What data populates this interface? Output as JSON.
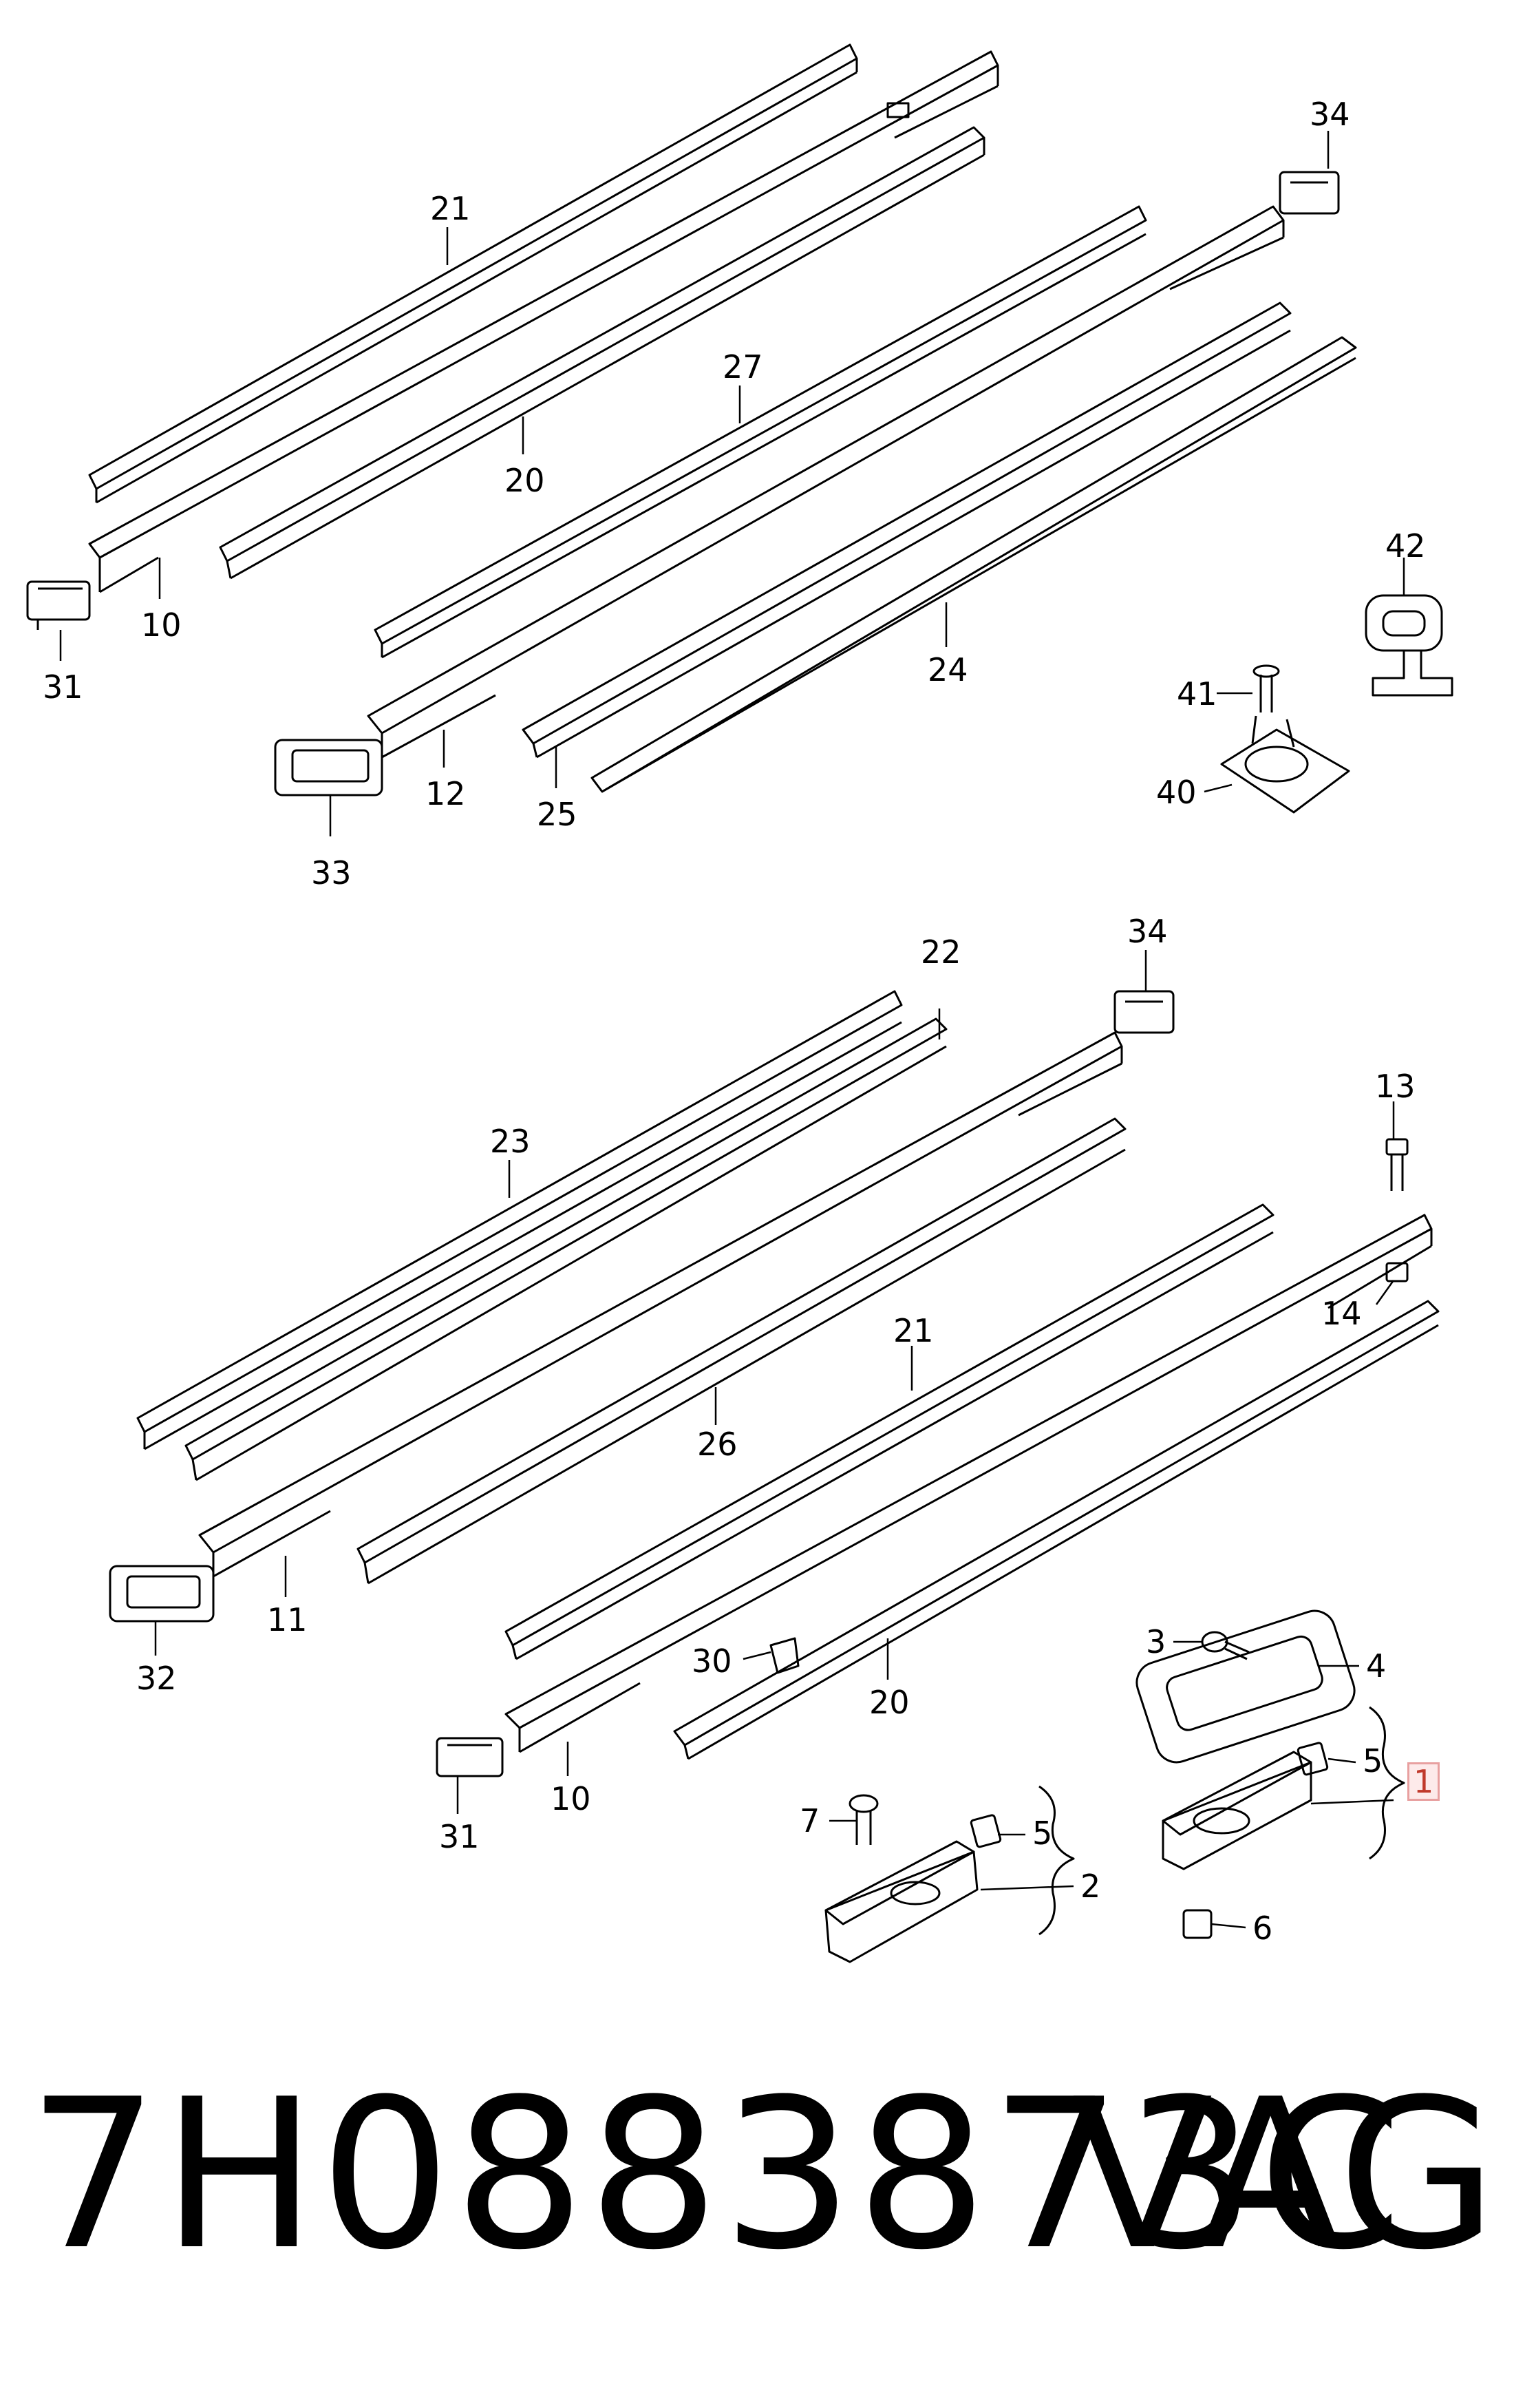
{
  "callouts": [
    {
      "id": "c21a",
      "text": "21"
    },
    {
      "id": "c34a",
      "text": "34"
    },
    {
      "id": "c27",
      "text": "27"
    },
    {
      "id": "c20a",
      "text": "20"
    },
    {
      "id": "c10a",
      "text": "10"
    },
    {
      "id": "c31a",
      "text": "31"
    },
    {
      "id": "c42",
      "text": "42"
    },
    {
      "id": "c41",
      "text": "41"
    },
    {
      "id": "c40",
      "text": "40"
    },
    {
      "id": "c24",
      "text": "24"
    },
    {
      "id": "c12",
      "text": "12"
    },
    {
      "id": "c25",
      "text": "25"
    },
    {
      "id": "c33",
      "text": "33"
    },
    {
      "id": "c22",
      "text": "22"
    },
    {
      "id": "c34b",
      "text": "34"
    },
    {
      "id": "c23",
      "text": "23"
    },
    {
      "id": "c13",
      "text": "13"
    },
    {
      "id": "c14",
      "text": "14"
    },
    {
      "id": "c21b",
      "text": "21"
    },
    {
      "id": "c26",
      "text": "26"
    },
    {
      "id": "c11",
      "text": "11"
    },
    {
      "id": "c32",
      "text": "32"
    },
    {
      "id": "c30",
      "text": "30"
    },
    {
      "id": "c20b",
      "text": "20"
    },
    {
      "id": "c3",
      "text": "3"
    },
    {
      "id": "c4",
      "text": "4"
    },
    {
      "id": "c5a",
      "text": "5"
    },
    {
      "id": "c1",
      "text": "1"
    },
    {
      "id": "c7",
      "text": "7"
    },
    {
      "id": "c5b",
      "text": "5"
    },
    {
      "id": "c2",
      "text": "2"
    },
    {
      "id": "c6",
      "text": "6"
    },
    {
      "id": "c10b",
      "text": "10"
    },
    {
      "id": "c31b",
      "text": "31"
    }
  ],
  "footer": {
    "part_number": "7H0883873C",
    "brand": "VAG"
  },
  "colors": {
    "line": "#000000",
    "highlight_border": "#e8a0a0",
    "highlight_text": "#c0392b"
  }
}
